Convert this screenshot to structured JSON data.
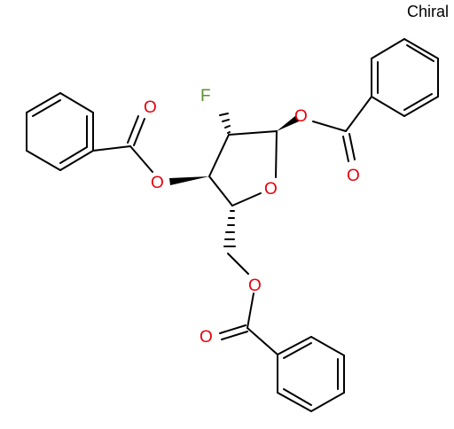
{
  "annotation": {
    "text": "Chiral"
  },
  "atoms": {
    "fluorine": "F",
    "ring_oxygen": "O",
    "ester_o_c1": "O",
    "carbonyl_o_c1": "O",
    "ester_o_c3": "O",
    "carbonyl_o_c3": "O",
    "ester_o_c5": "O",
    "carbonyl_o_c5": "O"
  },
  "colors": {
    "bond": "#000000",
    "oxygen": "#e8000b",
    "fluorine": "#5a8f2e",
    "text": "#000000",
    "background": "#ffffff"
  }
}
